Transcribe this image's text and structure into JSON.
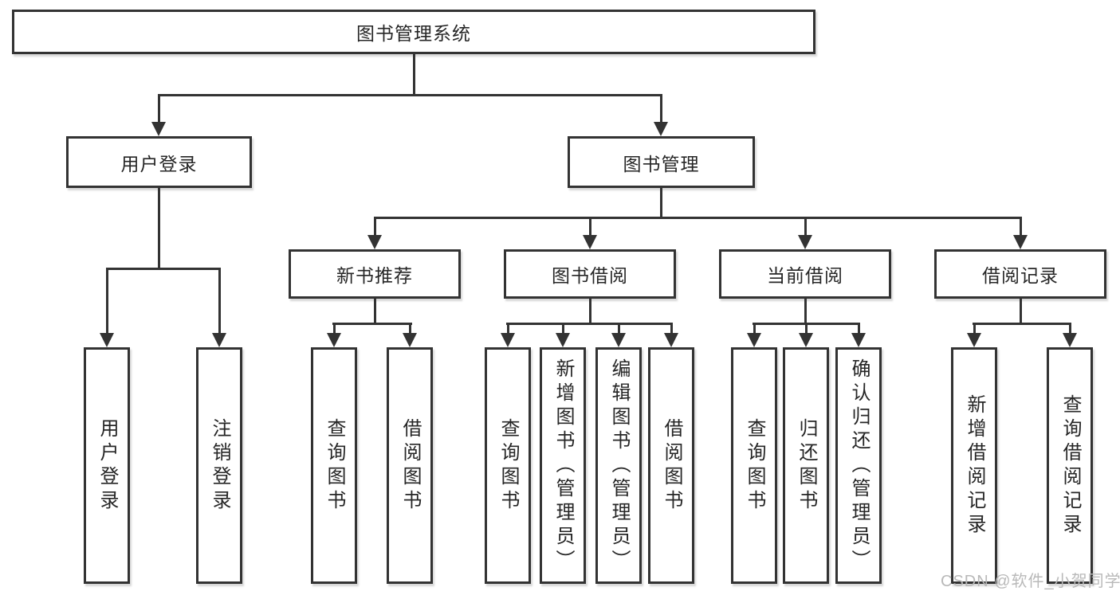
{
  "colors": {
    "line": "#333333",
    "text": "#262626",
    "box_bg": "#ffffff",
    "watermark": "#b9b9b9"
  },
  "nodes": {
    "root": "图书管理系统",
    "level2": [
      "用户登录",
      "图书管理"
    ],
    "level3": [
      "新书推荐",
      "图书借阅",
      "当前借阅",
      "借阅记录"
    ],
    "leaves": [
      [
        "用户登录",
        "注销登录"
      ],
      [
        "查询图书",
        "借阅图书"
      ],
      [
        "查询图书",
        "新增图书（管理员）",
        "编辑图书（管理员）",
        "借阅图书"
      ],
      [
        "查询图书",
        "归还图书",
        "确认归还（管理员）"
      ],
      [
        "新增借阅记录",
        "查询借阅记录"
      ]
    ]
  },
  "watermark": "CSDN @软件_小贺同学"
}
